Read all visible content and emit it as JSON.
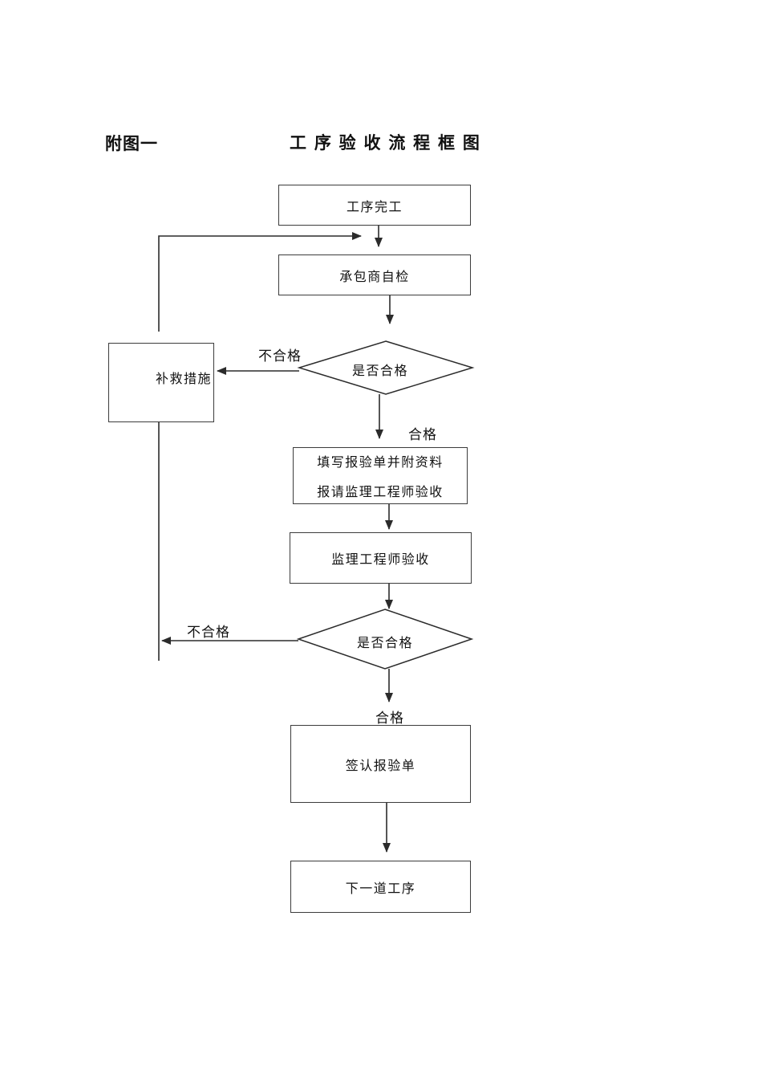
{
  "header": {
    "figure_label": "附图一",
    "title": "工 序 验 收 流 程 框 图"
  },
  "flowchart": {
    "nodes": {
      "start": "工序完工",
      "self_check": "承包商自检",
      "decision1": "是否合格",
      "remedy": "补救措施",
      "fill_form_line1": "填写报验单并附资料",
      "fill_form_line2": "报请监理工程师验收",
      "supervisor_check": "监理工程师验收",
      "decision2": "是否合格",
      "sign_form": "签认报验单",
      "next_process": "下一道工序"
    },
    "edge_labels": {
      "fail1": "不合格",
      "pass1": "合格",
      "fail2": "不合格",
      "pass2": "合格"
    }
  },
  "colors": {
    "line": "#2b2b2b",
    "box_border": "#3c3c3c",
    "text": "#111111",
    "background": "#ffffff"
  }
}
